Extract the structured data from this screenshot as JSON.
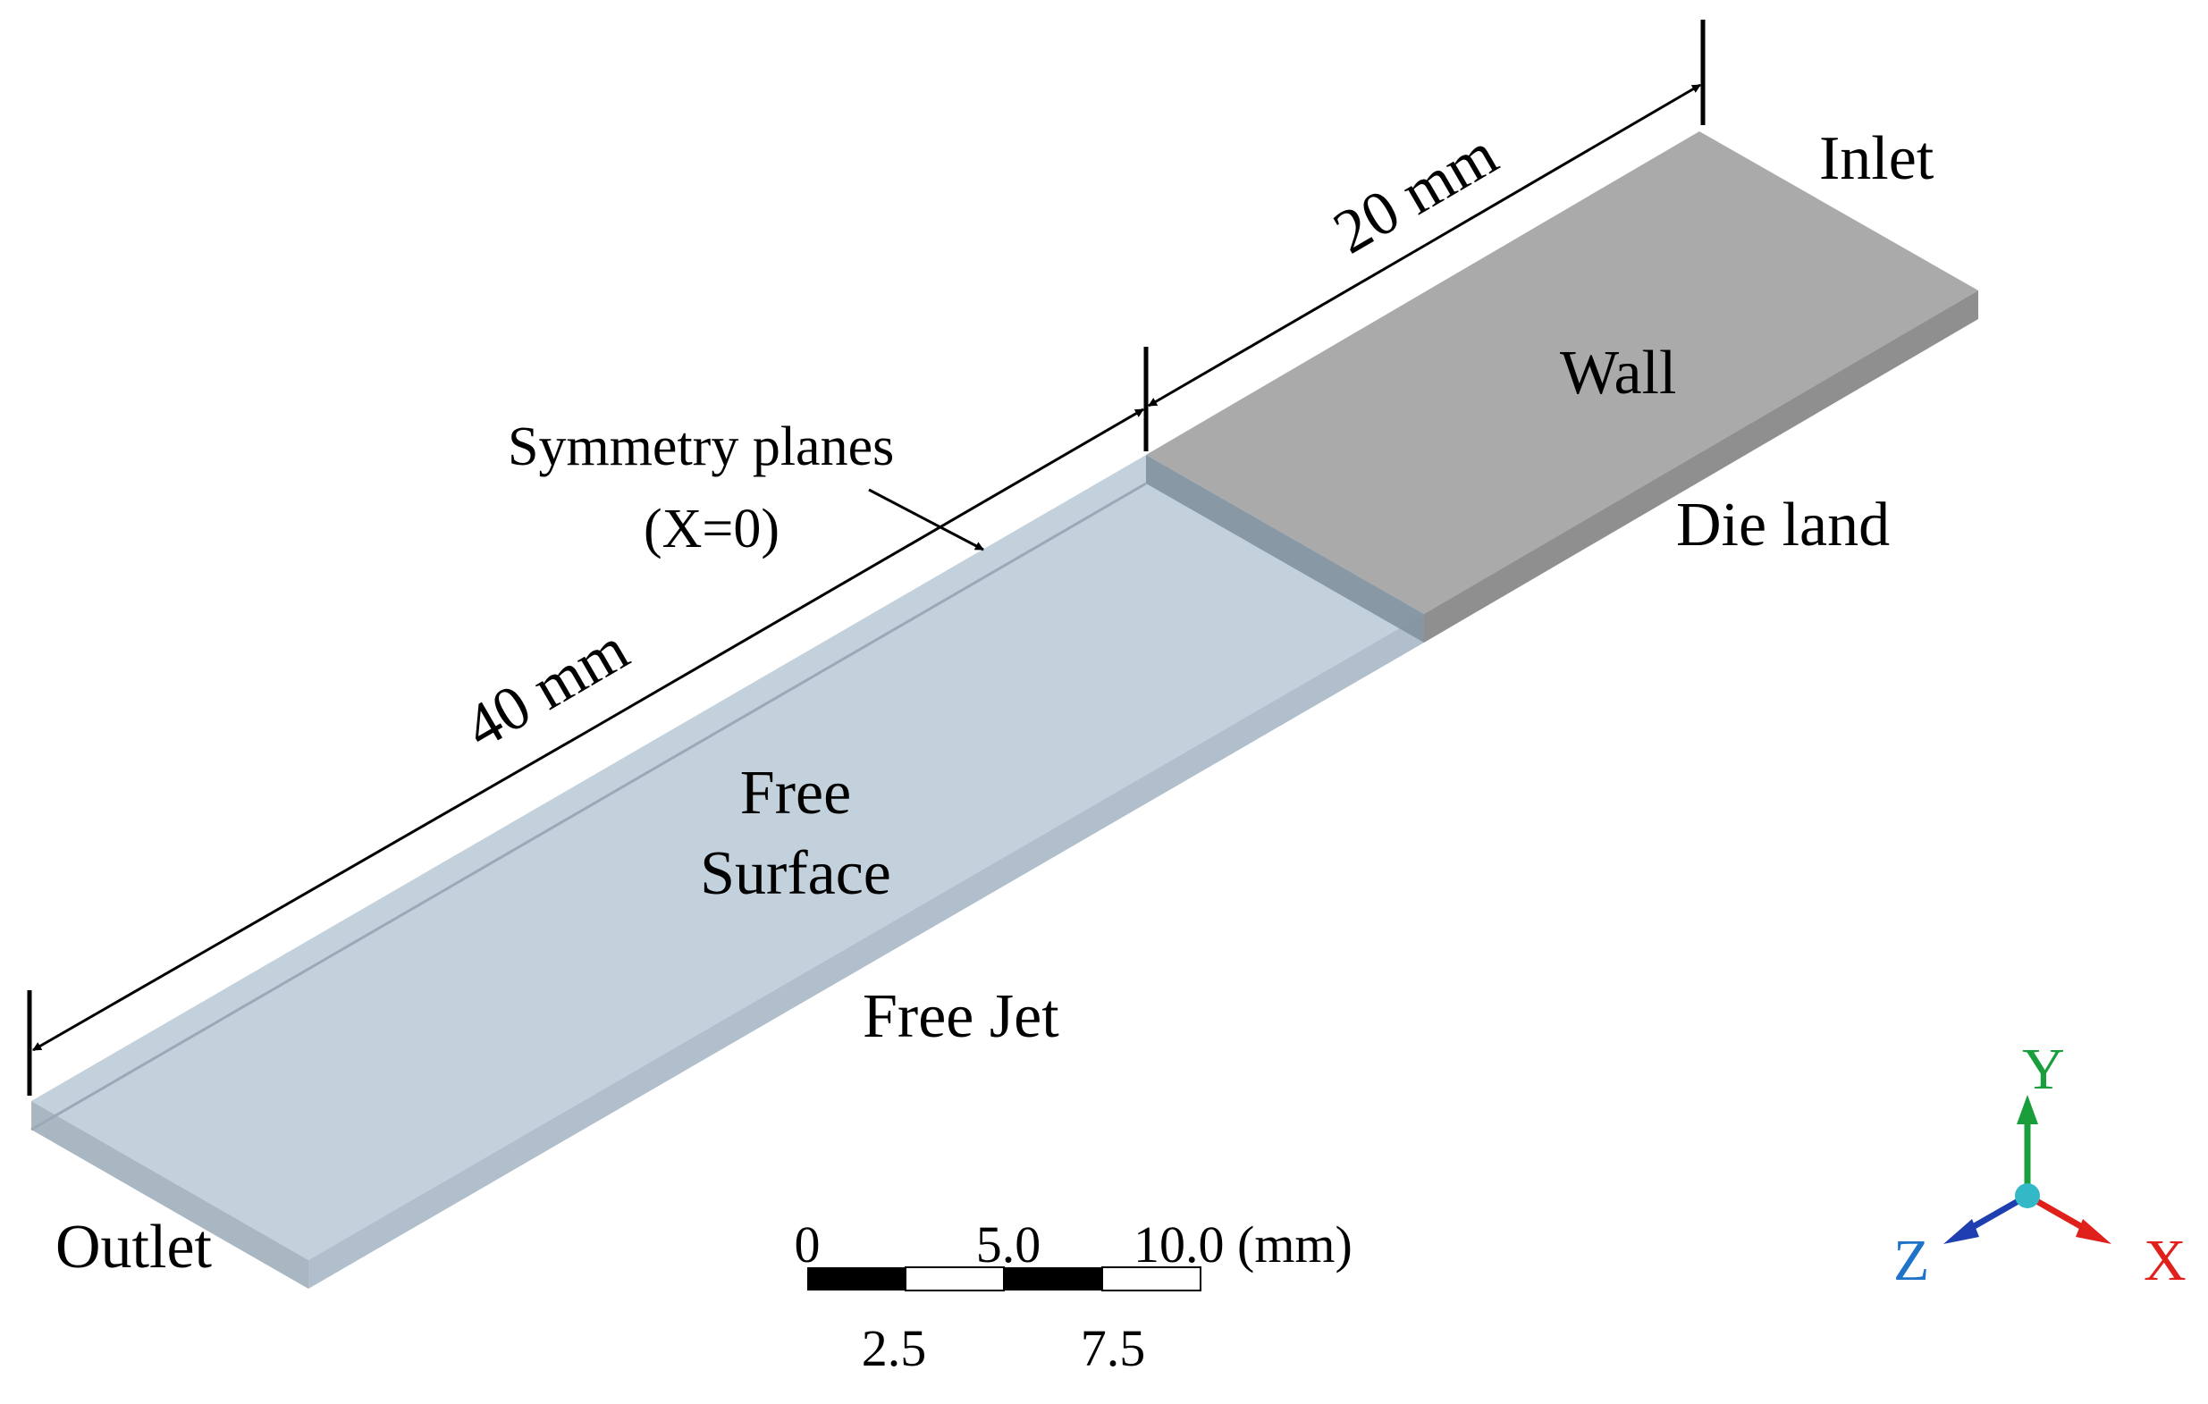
{
  "labels": {
    "inlet": "Inlet",
    "wall": "Wall",
    "die_land": "Die land",
    "symmetry_line1": "Symmetry planes",
    "symmetry_line2": "(X=0)",
    "free_surface_line1": "Free",
    "free_surface_line2": "Surface",
    "free_jet": "Free Jet",
    "outlet": "Outlet"
  },
  "dimensions": {
    "die_land_length": "20 mm",
    "free_jet_length": "40 mm"
  },
  "scale_bar": {
    "top_ticks": [
      "0",
      "5.0",
      "10.0 (mm)"
    ],
    "bottom_ticks": [
      "2.5",
      "7.5"
    ]
  },
  "axes": {
    "x": {
      "label": "X",
      "color": "#e0201b"
    },
    "y": {
      "label": "Y",
      "color": "#1a9e3c"
    },
    "z": {
      "label": "Z",
      "color": "#1f73c8"
    }
  },
  "colors": {
    "die_top": "#aaaaaa",
    "die_side": "#8f8f8f",
    "jet_top": "#c3d1dc",
    "jet_side": "#b0bfcb",
    "jet_edge": "#9aa9b5"
  }
}
